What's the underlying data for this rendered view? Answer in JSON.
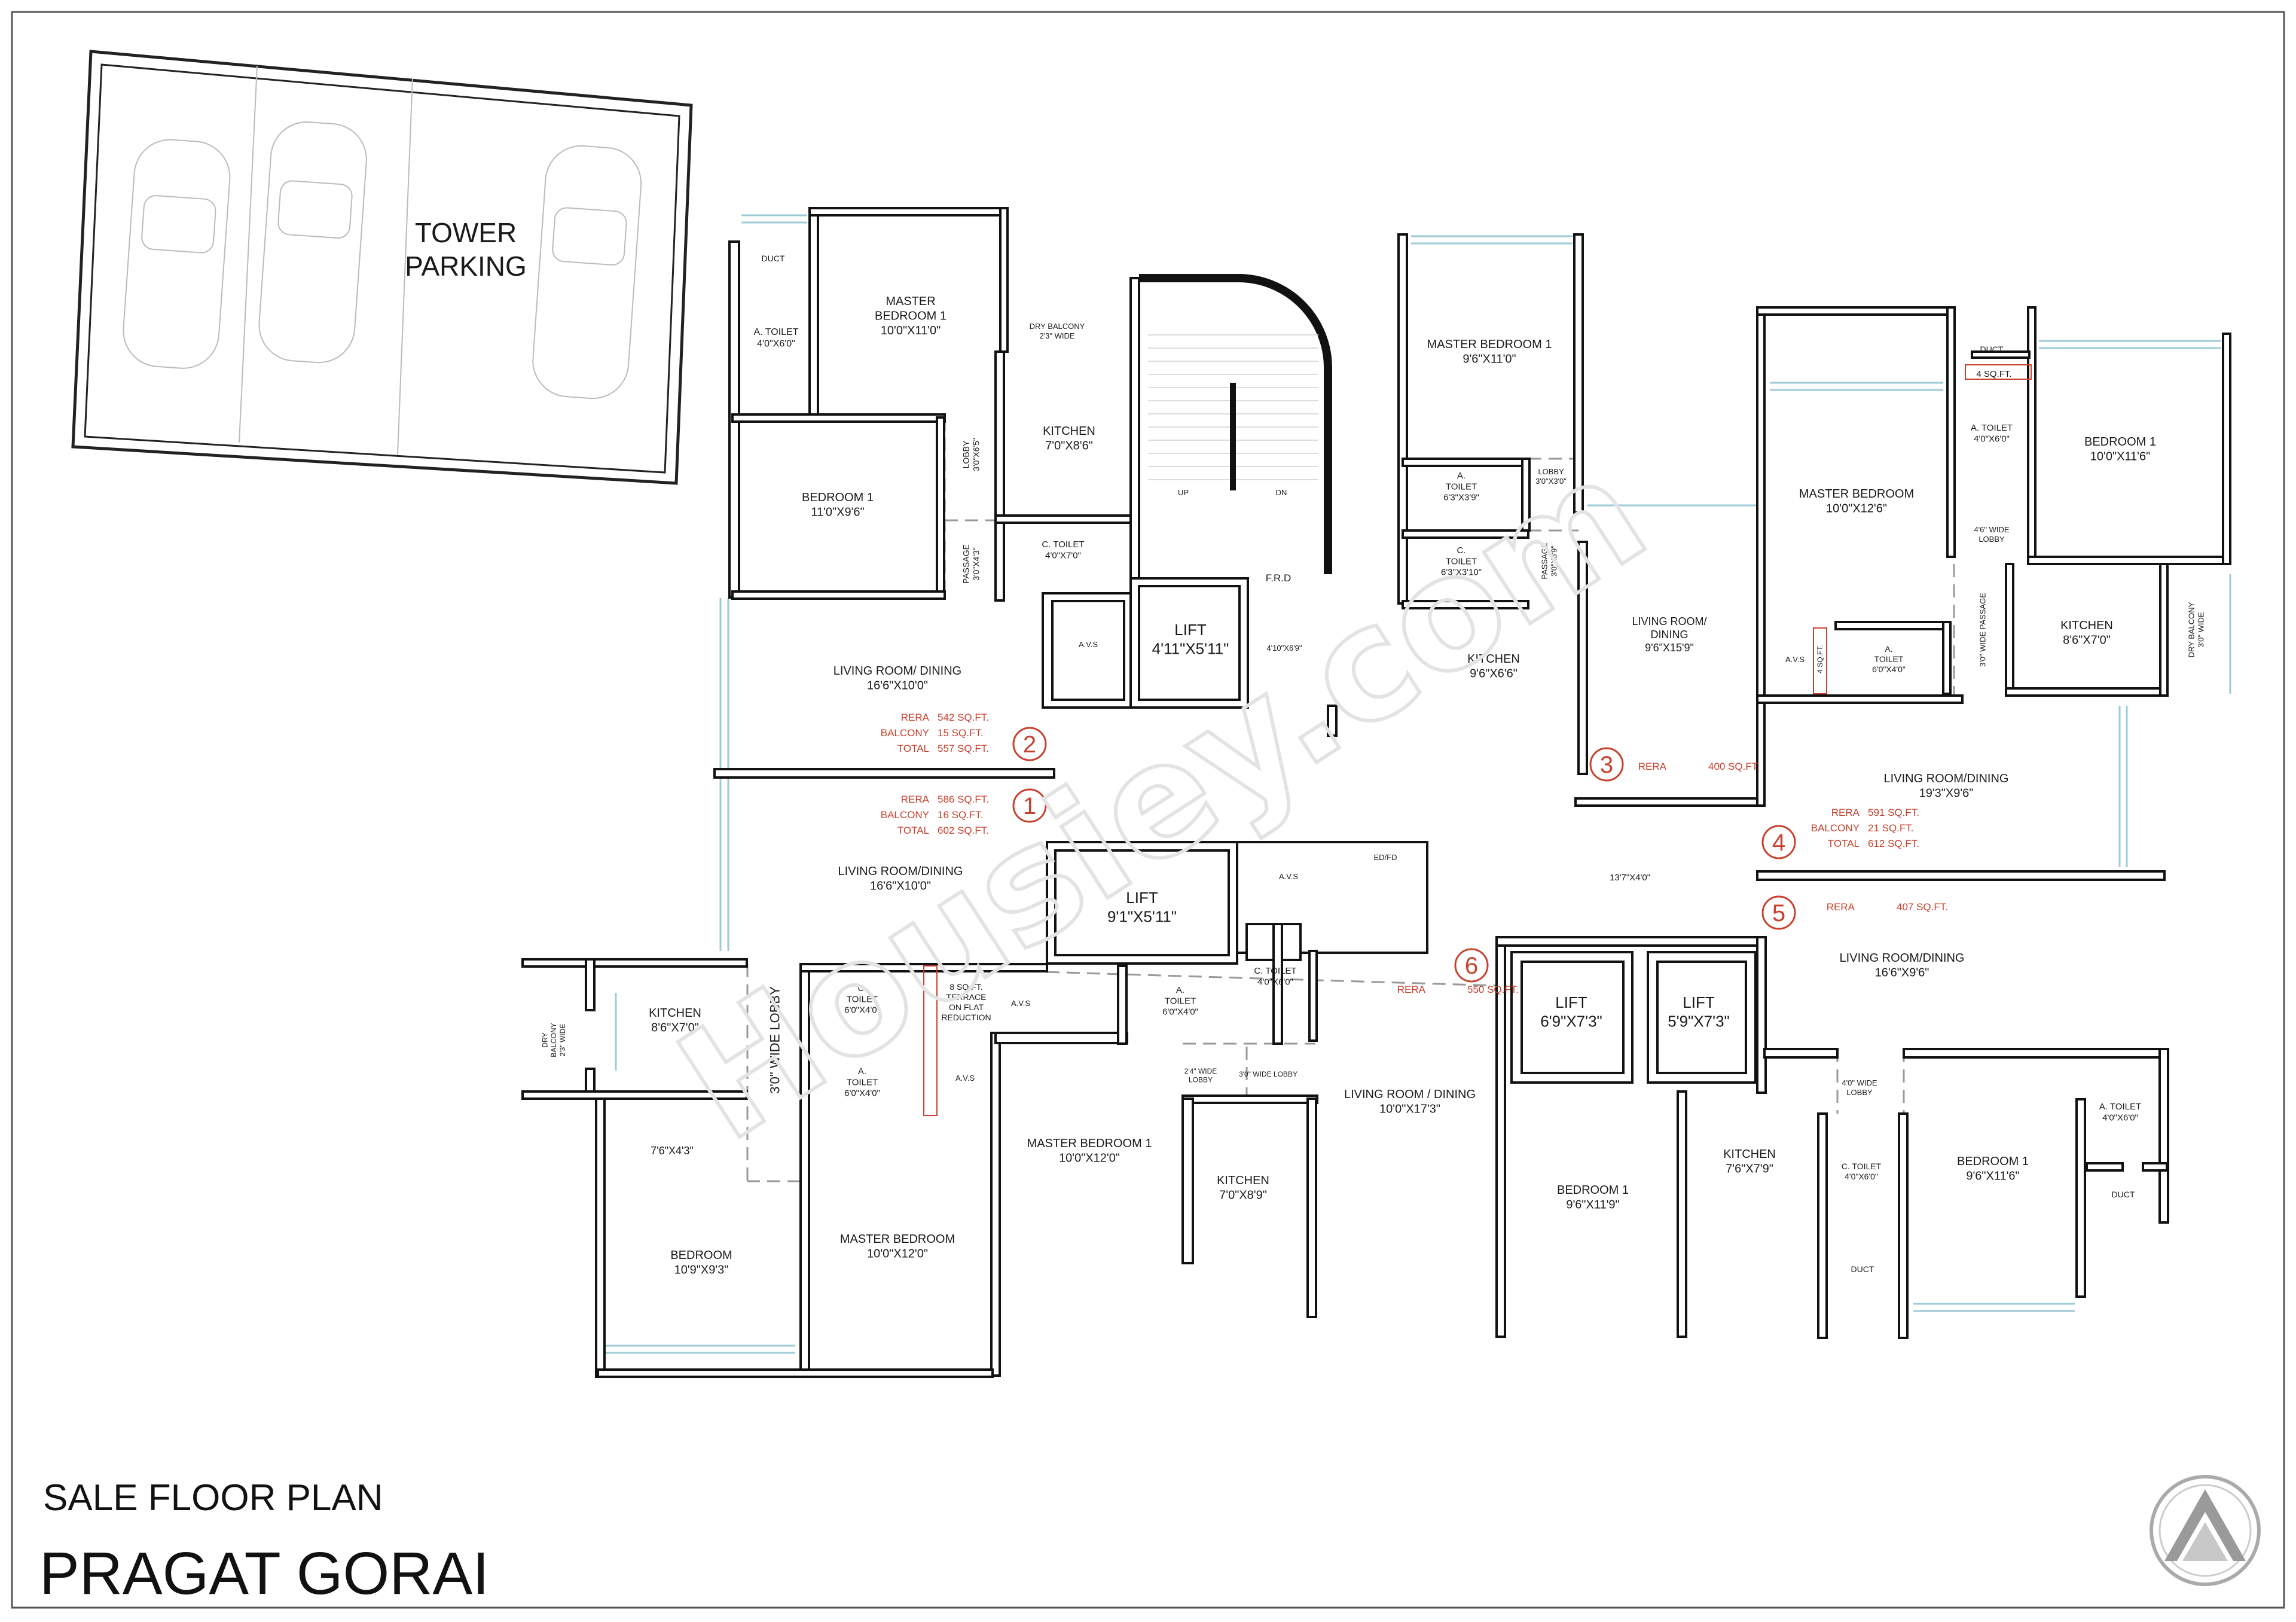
{
  "title": {
    "subtitle": "SALE FLOOR PLAN",
    "project": "PRAGAT GORAI"
  },
  "watermark": "Housiey.com",
  "accent_color": "#c8412e",
  "wall_color": "#111111",
  "window_color": "#9ccbd6",
  "compass_icon": "north-arrow-icon",
  "rooms": [
    {
      "lines": [
        "DUCT"
      ]
    },
    {
      "lines": [
        "A. TOILET",
        "4'0\"X6'0\""
      ]
    },
    {
      "lines": [
        "MASTER",
        "BEDROOM 1",
        "10'0\"X11'0\""
      ]
    },
    {
      "lines": [
        "DRY BALCONY",
        "2'3\" WIDE"
      ]
    },
    {
      "lines": [
        "KITCHEN",
        "7'0\"X8'6\""
      ]
    },
    {
      "lines": [
        "LOBBY",
        "3'0\"X6'5\""
      ]
    },
    {
      "lines": [
        "BEDROOM 1",
        "11'0\"X9'6\""
      ]
    },
    {
      "lines": [
        "PASSAGE",
        "3'0\"X4'3\""
      ]
    },
    {
      "lines": [
        "C. TOILET",
        "4'0\"X7'0\""
      ]
    },
    {
      "lines": [
        "UP"
      ]
    },
    {
      "lines": [
        "DN"
      ]
    },
    {
      "lines": [
        "F.R.D"
      ]
    },
    {
      "lines": [
        "LIFT",
        "4'11\"X5'11\""
      ]
    },
    {
      "lines": [
        "4'10\"X6'9\""
      ]
    },
    {
      "lines": [
        "A.V.S"
      ]
    },
    {
      "lines": [
        "LIVING ROOM/ DINING",
        "16'6\"X10'0\""
      ]
    },
    {
      "lines": [
        "LIVING ROOM/DINING",
        "16'6\"X10'0\""
      ]
    },
    {
      "lines": [
        "LIFT",
        "9'1\"X5'11\""
      ]
    },
    {
      "lines": [
        "A.V.S"
      ]
    },
    {
      "lines": [
        "ED/FD"
      ]
    },
    {
      "lines": [
        "MASTER BEDROOM 1",
        "9'6\"X11'0\""
      ]
    },
    {
      "lines": [
        "A.",
        "TOILET",
        "6'3\"X3'9\""
      ]
    },
    {
      "lines": [
        "LOBBY",
        "3'0\"X3'0\""
      ]
    },
    {
      "lines": [
        "C.",
        "TOILET",
        "6'3\"X3'10\""
      ]
    },
    {
      "lines": [
        "PASSAGE",
        "3'0\"X5'9\""
      ]
    },
    {
      "lines": [
        "KITCHEN",
        "9'6\"X6'6\""
      ]
    },
    {
      "lines": [
        "LIVING ROOM/",
        "DINING",
        "9'6\"X15'9\""
      ]
    },
    {
      "lines": [
        "MASTER BEDROOM",
        "10'0\"X12'6\""
      ]
    },
    {
      "lines": [
        "DUCT"
      ]
    },
    {
      "lines": [
        "4 SQ.FT."
      ]
    },
    {
      "lines": [
        "A. TOILET",
        "4'0\"X6'0\""
      ]
    },
    {
      "lines": [
        "4'6\" WIDE",
        "LOBBY"
      ]
    },
    {
      "lines": [
        "3'0\" WIDE PASSAGE"
      ]
    },
    {
      "lines": [
        "BEDROOM 1",
        "10'0\"X11'6\""
      ]
    },
    {
      "lines": [
        "KITCHEN",
        "8'6\"X7'0\""
      ]
    },
    {
      "lines": [
        "DRY BALCONY",
        "3'0\" WIDE"
      ]
    },
    {
      "lines": [
        "A.V.S"
      ]
    },
    {
      "lines": [
        "4 SQ.FT."
      ]
    },
    {
      "lines": [
        "A.",
        "TOILET",
        "6'0\"X4'0\""
      ]
    },
    {
      "lines": [
        "LIVING ROOM/DINING",
        "19'3\"X9'6\""
      ]
    },
    {
      "lines": [
        "13'7\"X4'0\""
      ]
    },
    {
      "lines": [
        "LIVING ROOM/DINING",
        "16'6\"X9'6\""
      ]
    },
    {
      "lines": [
        "LIFT",
        "6'9\"X7'3\""
      ]
    },
    {
      "lines": [
        "LIFT",
        "5'9\"X7'3\""
      ]
    },
    {
      "lines": [
        "KITCHEN",
        "8'6\"X7'0\""
      ]
    },
    {
      "lines": [
        "DRY",
        "BALCONY",
        "2'3\" WIDE"
      ]
    },
    {
      "lines": [
        "3'0\" WIDE LOBBY"
      ]
    },
    {
      "lines": [
        "7'6\"X4'3\""
      ]
    },
    {
      "lines": [
        "BEDROOM",
        "10'9\"X9'3\""
      ]
    },
    {
      "lines": [
        "C.",
        "TOILET",
        "6'0\"X4'0\""
      ]
    },
    {
      "lines": [
        "A.",
        "TOILET",
        "6'0\"X4'0\""
      ]
    },
    {
      "lines": [
        "8 SQ FT.",
        "TERRACE",
        "ON FLAT",
        "REDUCTION"
      ]
    },
    {
      "lines": [
        "A.V.S"
      ]
    },
    {
      "lines": [
        "A.V.S"
      ]
    },
    {
      "lines": [
        "A.",
        "TOILET",
        "6'0\"X4'0\""
      ]
    },
    {
      "lines": [
        "C. TOILET",
        "4'0\"X6'0\""
      ]
    },
    {
      "lines": [
        "2'4\" WIDE",
        "LOBBY"
      ]
    },
    {
      "lines": [
        "3'0\" WIDE LOBBY"
      ]
    },
    {
      "lines": [
        "MASTER BEDROOM 1",
        "10'0\"X12'0\""
      ]
    },
    {
      "lines": [
        "MASTER BEDROOM",
        "10'0\"X12'0\""
      ]
    },
    {
      "lines": [
        "KITCHEN",
        "7'0\"X8'9\""
      ]
    },
    {
      "lines": [
        "LIVING ROOM / DINING",
        "10'0\"X17'3\""
      ]
    },
    {
      "lines": [
        "BEDROOM 1",
        "9'6\"X11'9\""
      ]
    },
    {
      "lines": [
        "KITCHEN",
        "7'6\"X7'9\""
      ]
    },
    {
      "lines": [
        "4'0\" WIDE",
        "LOBBY"
      ]
    },
    {
      "lines": [
        "C. TOILET",
        "4'0\"X6'0\""
      ]
    },
    {
      "lines": [
        "DUCT"
      ]
    },
    {
      "lines": [
        "BEDROOM 1",
        "9'6\"X11'6\""
      ]
    },
    {
      "lines": [
        "A. TOILET",
        "4'0\"X6'0\""
      ]
    },
    {
      "lines": [
        "DUCT"
      ]
    },
    {
      "lines": [
        "TOWER",
        "PARKING"
      ]
    }
  ],
  "units": [
    {
      "number": "1",
      "rows": [
        [
          "RERA",
          "586 SQ.FT."
        ],
        [
          "BALCONY",
          "16 SQ.FT."
        ],
        [
          "TOTAL",
          "602 SQ.FT."
        ]
      ]
    },
    {
      "number": "2",
      "rows": [
        [
          "RERA",
          "542 SQ.FT."
        ],
        [
          "BALCONY",
          "15 SQ.FT."
        ],
        [
          "TOTAL",
          "557 SQ.FT."
        ]
      ]
    },
    {
      "number": "3",
      "rows": [
        [
          "RERA",
          "400 SQ.FT."
        ]
      ]
    },
    {
      "number": "4",
      "rows": [
        [
          "RERA",
          "591 SQ.FT."
        ],
        [
          "BALCONY",
          "21 SQ.FT."
        ],
        [
          "TOTAL",
          "612 SQ.FT."
        ]
      ]
    },
    {
      "number": "5",
      "rows": [
        [
          "RERA",
          "407 SQ.FT."
        ]
      ]
    },
    {
      "number": "6",
      "rows": [
        [
          "RERA",
          "550 SQ.FT."
        ]
      ]
    }
  ]
}
